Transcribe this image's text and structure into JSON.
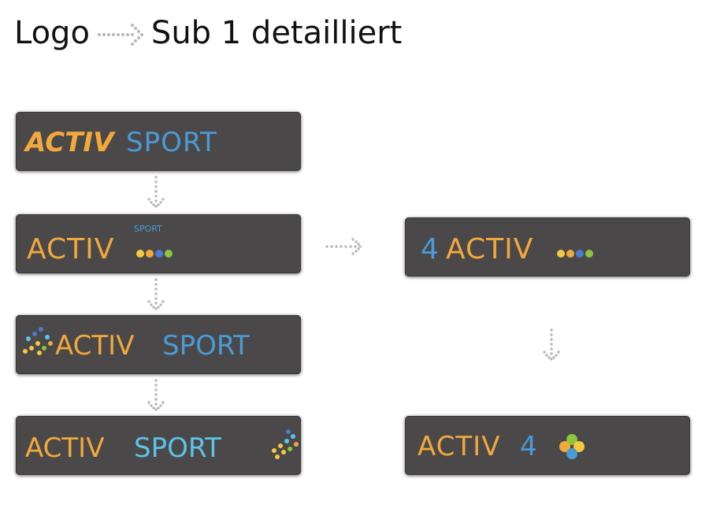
{
  "title": {
    "left": "Logo",
    "right": "Sub 1 detailliert"
  },
  "colors": {
    "card_bg": "#4a4849",
    "orange": "#f2a93b",
    "blue": "#4a9bd6",
    "light_blue": "#5cc3e8",
    "yellow": "#f5c842",
    "green": "#8cc63f",
    "dot_grey": "#b8b8b8"
  },
  "logos": {
    "logo1": {
      "part1": "ACTIV",
      "part2": "SPORT"
    },
    "logo2": {
      "part1": "ACTIV",
      "superscript": "SPORT"
    },
    "logo3": {
      "part1": "ACTIV",
      "part2": "SPORT"
    },
    "logo4": {
      "part1": "ACTIV",
      "part2": "SPORT"
    },
    "logo5": {
      "prefix": "4",
      "part1": "ACTIV"
    },
    "logo6": {
      "part1": "ACTIV",
      "suffix": "4"
    }
  }
}
